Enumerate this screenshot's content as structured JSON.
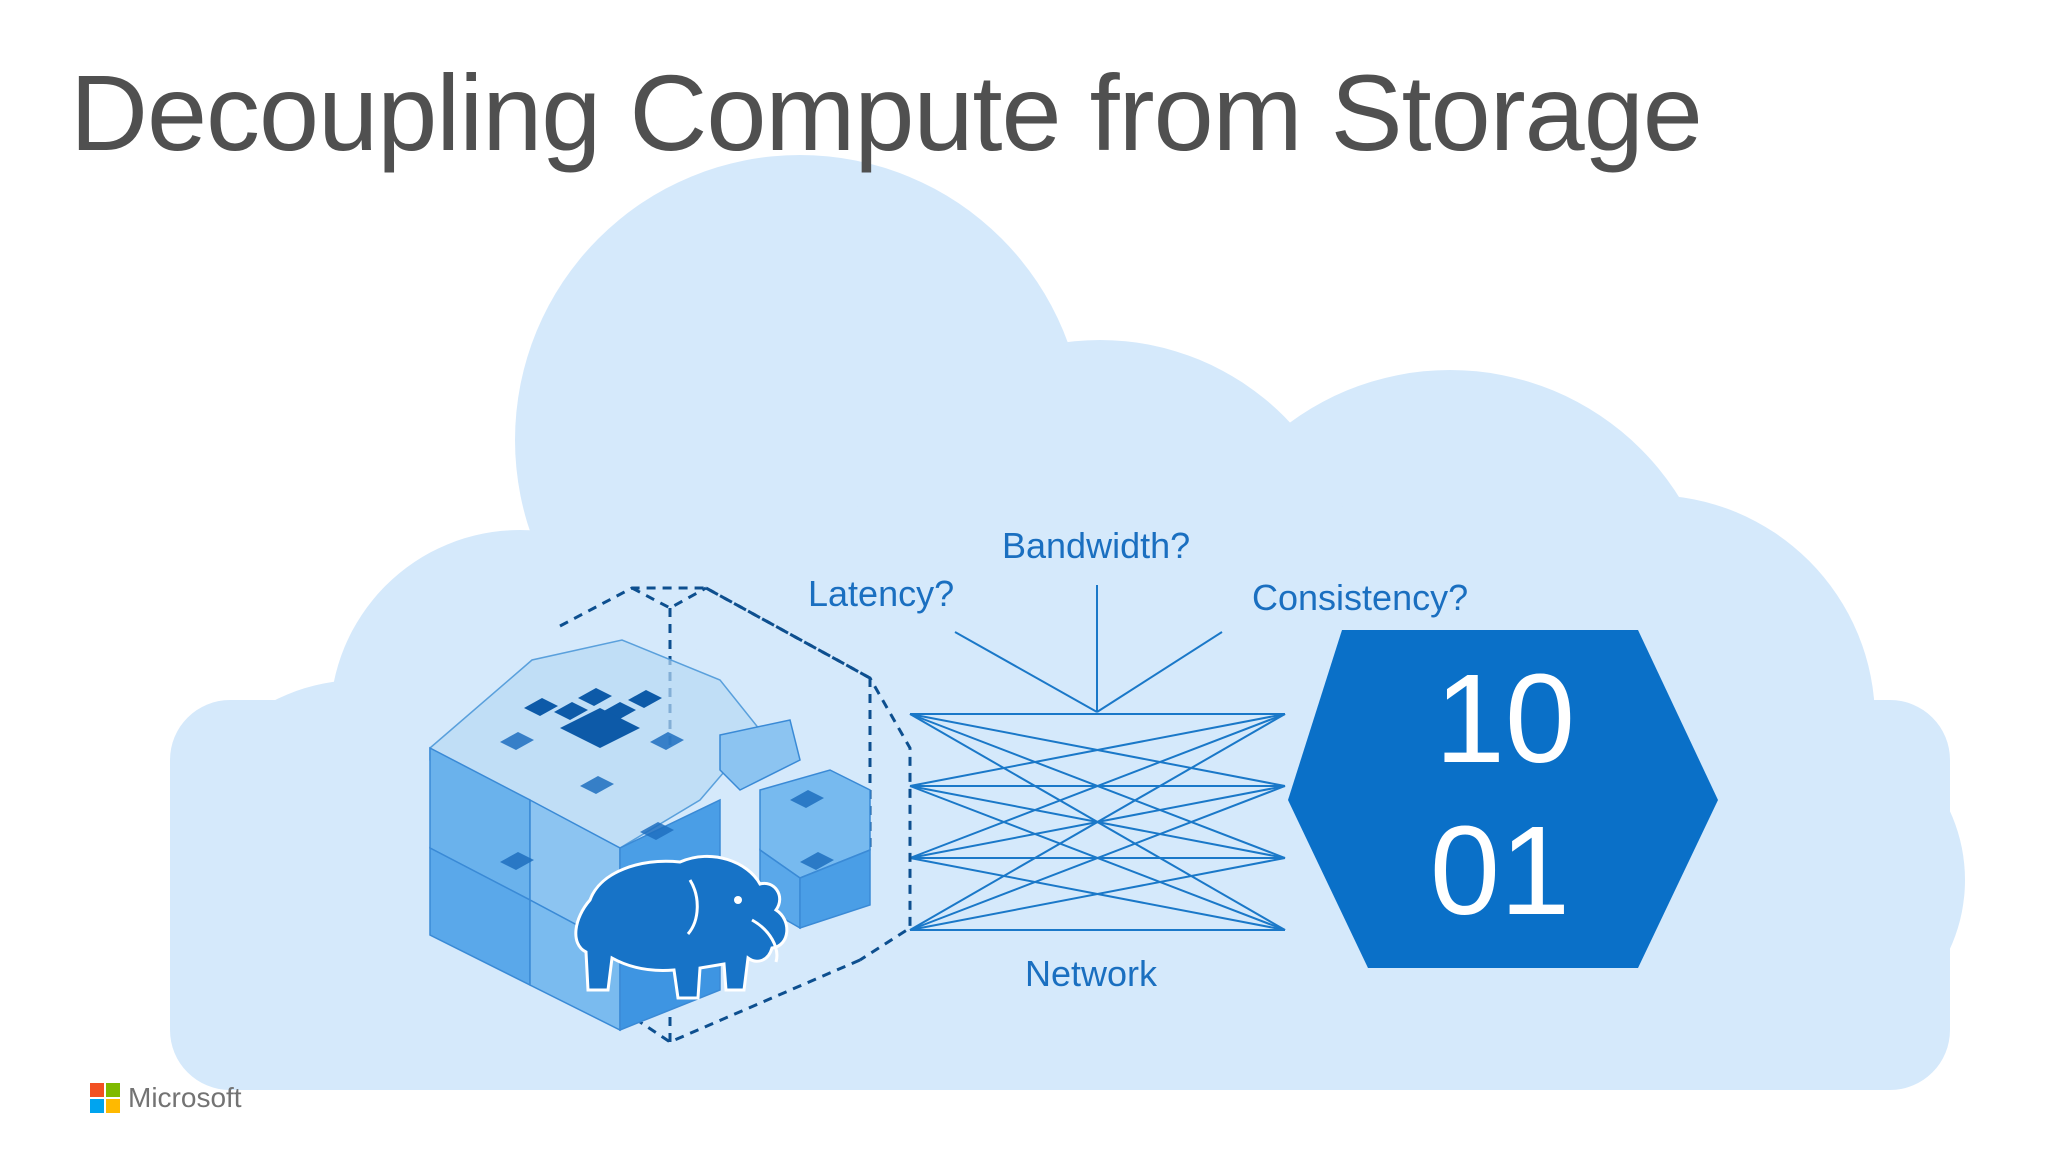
{
  "slide": {
    "title": "Decoupling Compute from Storage"
  },
  "labels": {
    "latency": "Latency?",
    "bandwidth": "Bandwidth?",
    "consistency": "Consistency?",
    "network": "Network"
  },
  "storage": {
    "line1": "10",
    "line2": "01"
  },
  "footer": {
    "company": "Microsoft"
  },
  "colors": {
    "cloud": "#d5e9fb",
    "accent": "#0a70c8",
    "label": "#1a6fc0",
    "title": "#505050",
    "logo_red": "#f25022",
    "logo_green": "#7fba00",
    "logo_blue": "#00a4ef",
    "logo_yellow": "#ffb900"
  },
  "icons": {
    "compute": "hadoop-compute-cluster-icon",
    "elephant": "hadoop-elephant-icon",
    "storage": "binary-storage-hexagon-icon"
  }
}
